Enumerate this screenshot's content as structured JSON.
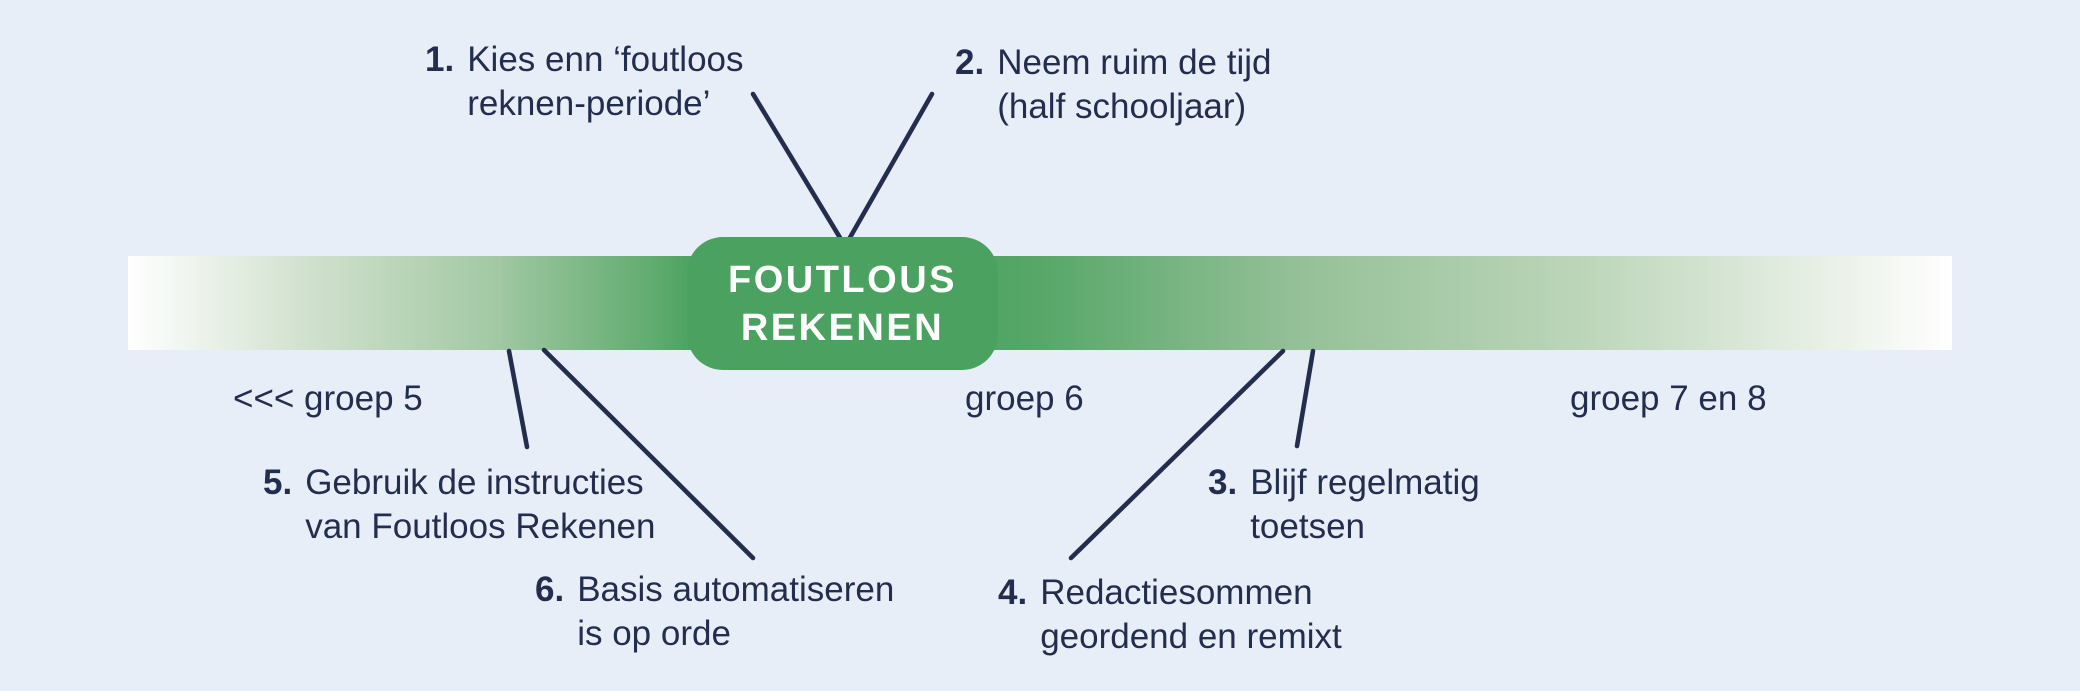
{
  "colors": {
    "background": "#e8eef8",
    "navy": "#232d4d",
    "green_box": "#4aa160",
    "bar_green": "#52a565",
    "white": "#ffffff"
  },
  "center_box": {
    "line1": "FOUTLOUS",
    "line2": "REKENEN"
  },
  "timeline": {
    "labels": [
      {
        "text": "<<< groep 5"
      },
      {
        "text": "groep 6"
      },
      {
        "text": "groep 7 en 8"
      }
    ]
  },
  "annotations": {
    "a1": {
      "number": "1.",
      "line1": "Kies enn ‘foutloos",
      "line2": "reknen-periode’"
    },
    "a2": {
      "number": "2.",
      "line1": "Neem ruim de tijd",
      "line2": "(half schooljaar)"
    },
    "a3": {
      "number": "3.",
      "line1": "Blijf regelmatig",
      "line2": "toetsen"
    },
    "a4": {
      "number": "4.",
      "line1": "Redactiesommen",
      "line2": "geordend en remixt"
    },
    "a5": {
      "number": "5.",
      "line1": "Gebruik de instructies",
      "line2": "van Foutloos Rekenen"
    },
    "a6": {
      "number": "6.",
      "line1": "Basis automatiseren",
      "line2": "is op orde"
    }
  }
}
